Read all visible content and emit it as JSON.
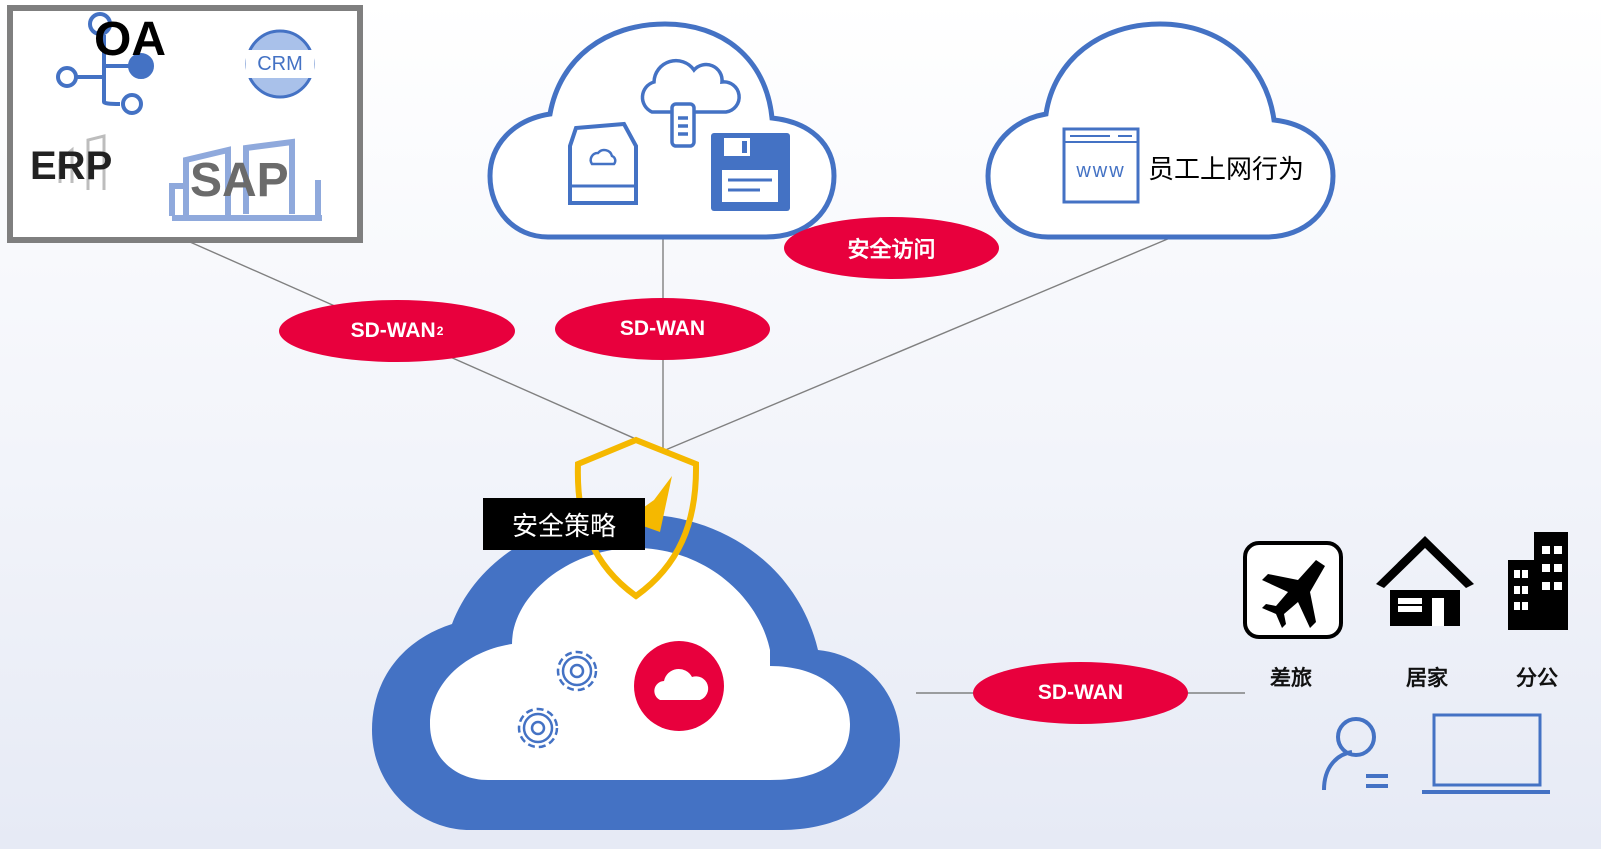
{
  "apps": {
    "oa": "OA",
    "crm": "CRM",
    "erp": "ERP",
    "sap": "SAP"
  },
  "www": {
    "url_text": "www",
    "label": "员工上网行为"
  },
  "badges": {
    "secure_access": "安全访问",
    "sdwan_left_text": "SD-WAN",
    "sdwan_left_sup": "2",
    "sdwan_center": "SD-WAN",
    "sdwan_right": "SD-WAN"
  },
  "policy": {
    "label": "安全策略"
  },
  "locations": {
    "travel": "差旅",
    "home": "居家",
    "branch": "分公"
  },
  "icons": [
    "oa-network-icon",
    "crm-globe-icon",
    "erp-building-icon",
    "sap-building-icon",
    "cloud-storage-icon",
    "cloud-usb-icon",
    "floppy-disk-icon",
    "browser-window-icon",
    "shield-icon",
    "gear-icon",
    "cloud-logo-icon",
    "airplane-icon",
    "house-icon",
    "office-building-icon",
    "user-icon",
    "laptop-icon"
  ],
  "colors": {
    "brand_red": "#e8003d",
    "cloud_blue": "#4472c4",
    "shield_gold": "#f5b800",
    "connector_gray": "#808080",
    "box_gray": "#7f7f7f"
  }
}
